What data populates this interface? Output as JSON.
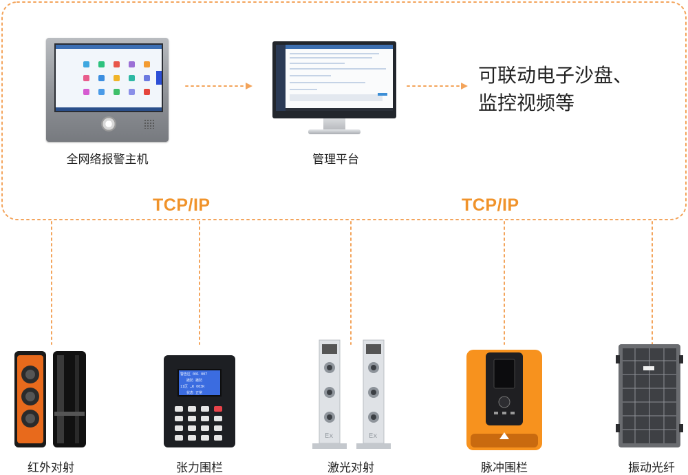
{
  "main_devices": {
    "host_label": "全网络报警主机",
    "platform_label": "管理平台",
    "linkage_note_line1": "可联动电子沙盘、",
    "linkage_note_line2": "监控视频等"
  },
  "protocol_labels": [
    "TCP/IP",
    "TCP/IP"
  ],
  "detectors": [
    {
      "label": "红外对射",
      "icon": "infrared-beam-detector-icon"
    },
    {
      "label": "张力围栏",
      "icon": "tension-fence-keypad-icon"
    },
    {
      "label": "激光对射",
      "icon": "laser-beam-columns-icon"
    },
    {
      "label": "脉冲围栏",
      "icon": "pulse-fence-energizer-icon"
    },
    {
      "label": "振动光纤",
      "icon": "vibration-fiber-enclosure-icon"
    }
  ],
  "keypad_screen": {
    "line1": [
      "警告区",
      "001",
      "007"
    ],
    "line2": [
      "",
      "撤防",
      "撤防"
    ],
    "line3": [
      "11区",
      "…R",
      "003R"
    ],
    "line4": [
      "",
      "状态",
      "正常"
    ]
  },
  "colors": {
    "accent": "#f0932b",
    "dotted_line": "#f3a35a",
    "pulse_orange": "#f7921e",
    "text": "#222222"
  }
}
